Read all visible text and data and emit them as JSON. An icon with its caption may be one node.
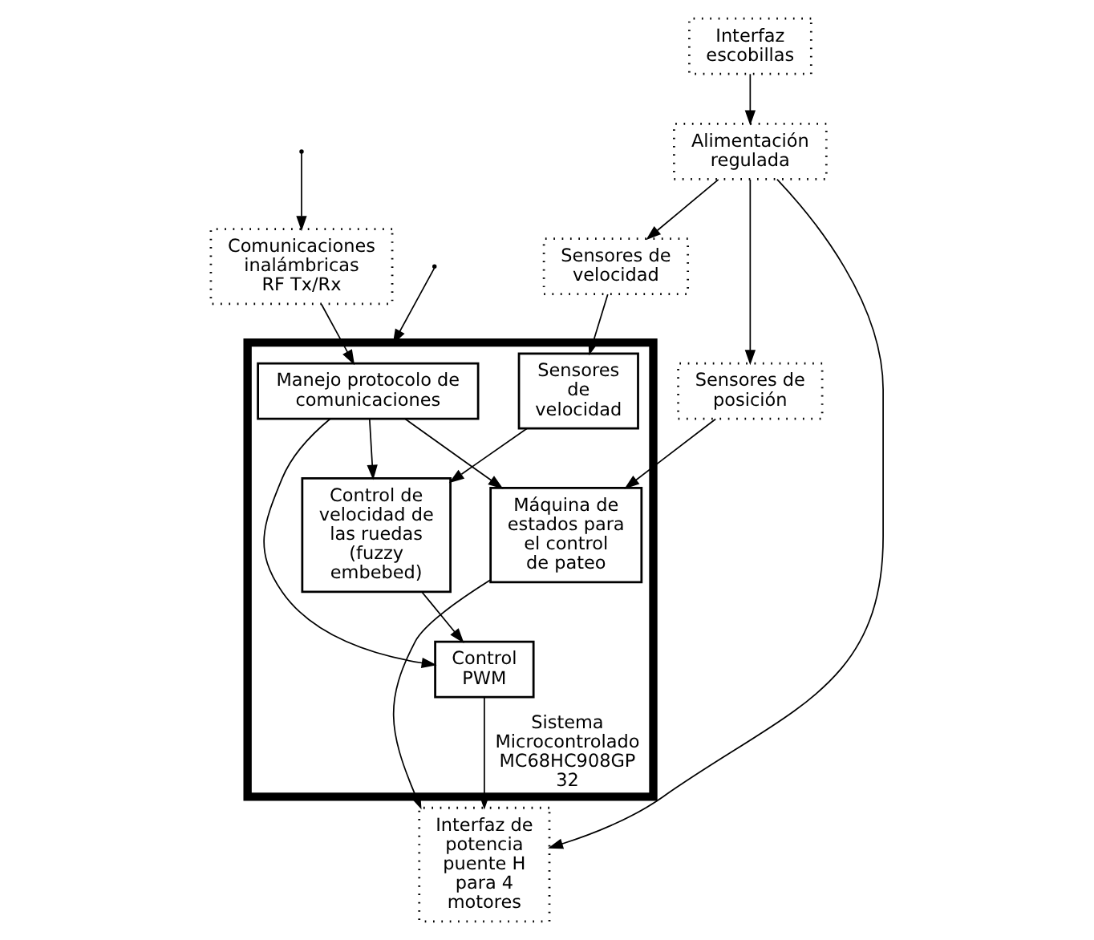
{
  "diagram": {
    "nodes": [
      {
        "text": [
          "Comunicaciones inalámbricas RF Tx/Rx"
        ]
      },
      {
        "text": [
          "Sistema Microcontrolado MC68HC908GP 32"
        ]
      },
      {
        "text": [
          "Manejo protocolo de comunicaciones"
        ],
        "in": 1
      },
      {
        "text": [
          "Sensores de velocidad"
        ],
        "in": 1
      },
      {
        "text": [
          "Control de velocidad de las ruedas (fuzzy embebed)"
        ],
        "in": 1
      },
      {
        "text": [
          "Control PWM"
        ],
        "in": 1
      },
      {
        "text": [
          "Máquina de estados para el control de pateo"
        ],
        "in": 1
      },
      {
        "text": [
          "Sensores de velocidad"
        ]
      },
      {
        "text": [
          "Interfaz de potencia puente H para 4 motores"
        ]
      },
      {
        "text": [
          "Sensores de posición"
        ]
      },
      {
        "text": [
          "Interfaz escobillas"
        ]
      },
      {
        "text": [
          "Alimentación regulada"
        ]
      }
    ],
    "edges": [
      {
        "from": null,
        "to": 0,
        "arrow": "to"
      },
      {
        "from": 0,
        "to": 2,
        "arrow": "to"
      },
      {
        "from": null,
        "to": 1,
        "arrow": "to"
      },
      {
        "from": 2,
        "to": 4,
        "arrow": "to"
      },
      {
        "from": 2,
        "to": 5,
        "arrow": "to"
      },
      {
        "from": 2,
        "to": 6,
        "arrow": "to"
      },
      {
        "from": 3,
        "to": 4,
        "arrow": "to"
      },
      {
        "from": 4,
        "to": 5,
        "arrow": "to"
      },
      {
        "from": 5,
        "to": 8,
        "arrow": "to"
      },
      {
        "from": 6,
        "to": 8,
        "arrow": "to"
      },
      {
        "from": 9,
        "to": 6,
        "arrow": "to"
      },
      {
        "from": 7,
        "to": 3,
        "arrow": "to"
      },
      {
        "from": 11,
        "to": 7,
        "arrow": "to"
      },
      {
        "from": 10,
        "to": 11,
        "arrow": "to"
      },
      {
        "from": 11,
        "to": 8,
        "arrow": "to"
      },
      {
        "from": 11,
        "to": 9,
        "arrow": "to"
      }
    ]
  }
}
